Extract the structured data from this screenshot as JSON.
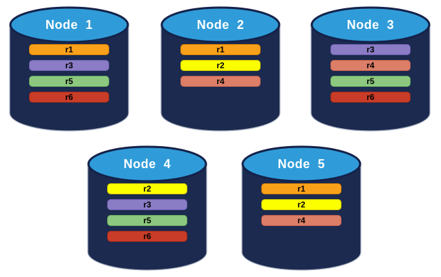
{
  "colors": {
    "background": "#FFFFFF",
    "cylinder_body": "#1B2A4E",
    "cylinder_top": "#2F9CD9",
    "cylinder_top_border": "#14224A",
    "cylinder_outline": "#A8B0C2",
    "node_title_text": "#FFFFFF",
    "bar_text": "#000000"
  },
  "replica_colors": {
    "r1": {
      "fill": "#F9A11B",
      "border": "#D87F00"
    },
    "r2": {
      "fill": "#FBFF00",
      "border": "#CFC400"
    },
    "r3": {
      "fill": "#8A7CC5",
      "border": "#6C5CAD"
    },
    "r4": {
      "fill": "#DC7E68",
      "border": "#BE5E4B"
    },
    "r5": {
      "fill": "#8CC87F",
      "border": "#68A85C"
    },
    "r6": {
      "fill": "#C93C27",
      "border": "#9C2B1A"
    }
  },
  "nodes": [
    {
      "label": "Node  1",
      "replicas": [
        "r1",
        "r3",
        "r5",
        "r6"
      ]
    },
    {
      "label": "Node  2",
      "replicas": [
        "r1",
        "r2",
        "r4"
      ]
    },
    {
      "label": "Node  3",
      "replicas": [
        "r3",
        "r4",
        "r5",
        "r6"
      ]
    },
    {
      "label": "Node  4",
      "replicas": [
        "r2",
        "r3",
        "r5",
        "r6"
      ]
    },
    {
      "label": "Node  5",
      "replicas": [
        "r1",
        "r2",
        "r4"
      ]
    }
  ]
}
